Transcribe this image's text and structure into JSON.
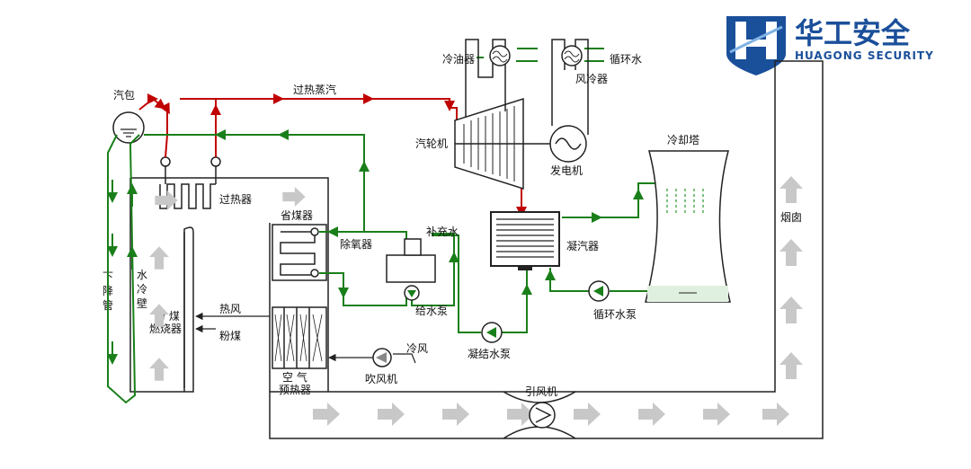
{
  "brand": {
    "name_cn": "华工安全",
    "name_en": "HUAGONG SECURITY",
    "color": "#1a4f9a"
  },
  "labels": {
    "drum": "汽包",
    "superheated_steam": "过热蒸汽",
    "superheater": "过热器",
    "economizer": "省煤器",
    "downcomer_1": "下",
    "downcomer_2": "降",
    "downcomer_3": "管",
    "waterwall_1": "水",
    "waterwall_2": "冷",
    "waterwall_3": "壁",
    "burner_1": "粉  煤",
    "burner_2": "燃烧器",
    "hot_air": "热风",
    "pulverized_coal": "粉煤",
    "air_preheater_1": "空  气",
    "air_preheater_2": "预热器",
    "blower": "吹风机",
    "cold_air": "冷风",
    "deaerator": "除氧器",
    "makeup_water": "补充水",
    "feed_pump": "给水泵",
    "condensate_pump": "凝结水泵",
    "turbine": "汽轮机",
    "oil_cooler": "冷油器",
    "circulating_water": "循环水",
    "air_cooler": "风冷器",
    "generator": "发电机",
    "condenser": "凝汽器",
    "cooling_tower": "冷却塔",
    "circulating_pump": "循环水泵",
    "induced_fan": "引风机",
    "chimney": "烟囱"
  },
  "colors": {
    "steam_line": "#c00000",
    "water_line": "#1a7f1a",
    "flue_arrow": "#c8c8c8",
    "outline": "#222222"
  }
}
